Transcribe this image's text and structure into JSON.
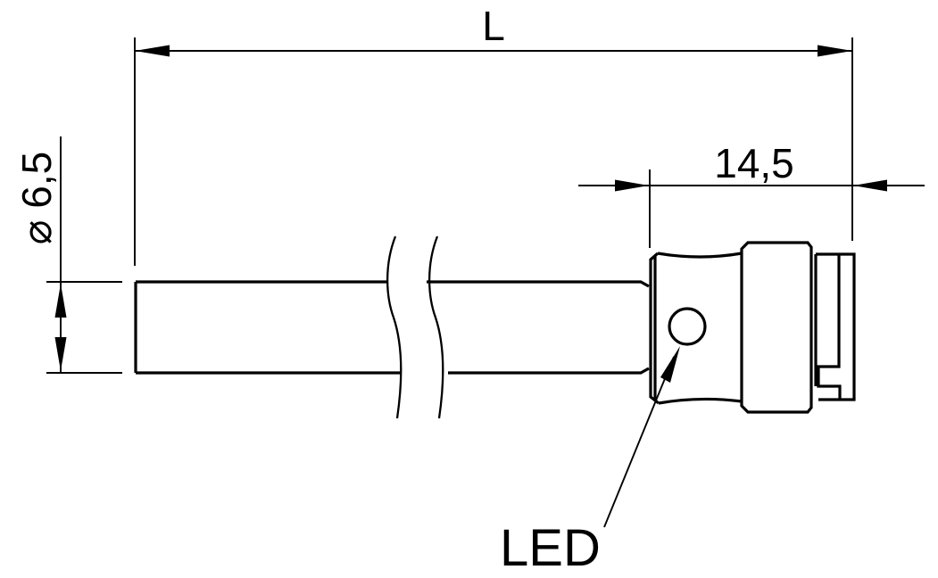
{
  "drawing": {
    "kind": "technical-dimension-drawing",
    "labels": {
      "length_dim": "L",
      "connector_dim": "14,5",
      "diameter_dim": "⌀ 6,5",
      "led": "LED"
    },
    "colors": {
      "line": "#000000",
      "background": "#ffffff"
    }
  }
}
